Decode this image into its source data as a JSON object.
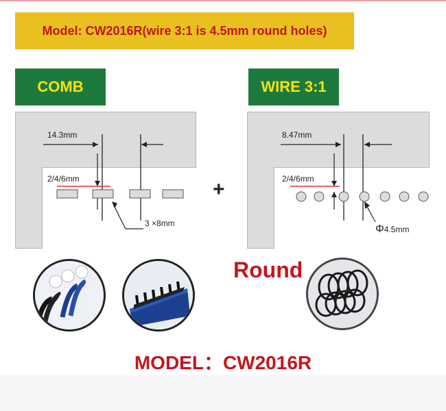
{
  "banner": {
    "text": "Model: CW2016R(wire 3:1 is 4.5mm round holes)"
  },
  "comb": {
    "tag": "COMB",
    "pitch_label": "14.3mm",
    "margin_label": "2/4/6mm",
    "hole_label": "3 ×8mm"
  },
  "wire": {
    "tag": "WIRE 3:1",
    "pitch_label": "8.47mm",
    "margin_label": "2/4/6mm",
    "hole_label": "4.5mm",
    "diameter_symbol": "Φ"
  },
  "plus": "+",
  "round_label": "Round",
  "model_label": "MODEL：CW2016R",
  "colors": {
    "accent_red": "#c4161c",
    "banner_yellow": "#e8c01f",
    "tag_green": "#1e7a3c",
    "tag_text": "#f4e11a"
  },
  "icons": [
    "comb-binding-spines-image",
    "comb-binder-side-image",
    "wire-coils-image"
  ]
}
